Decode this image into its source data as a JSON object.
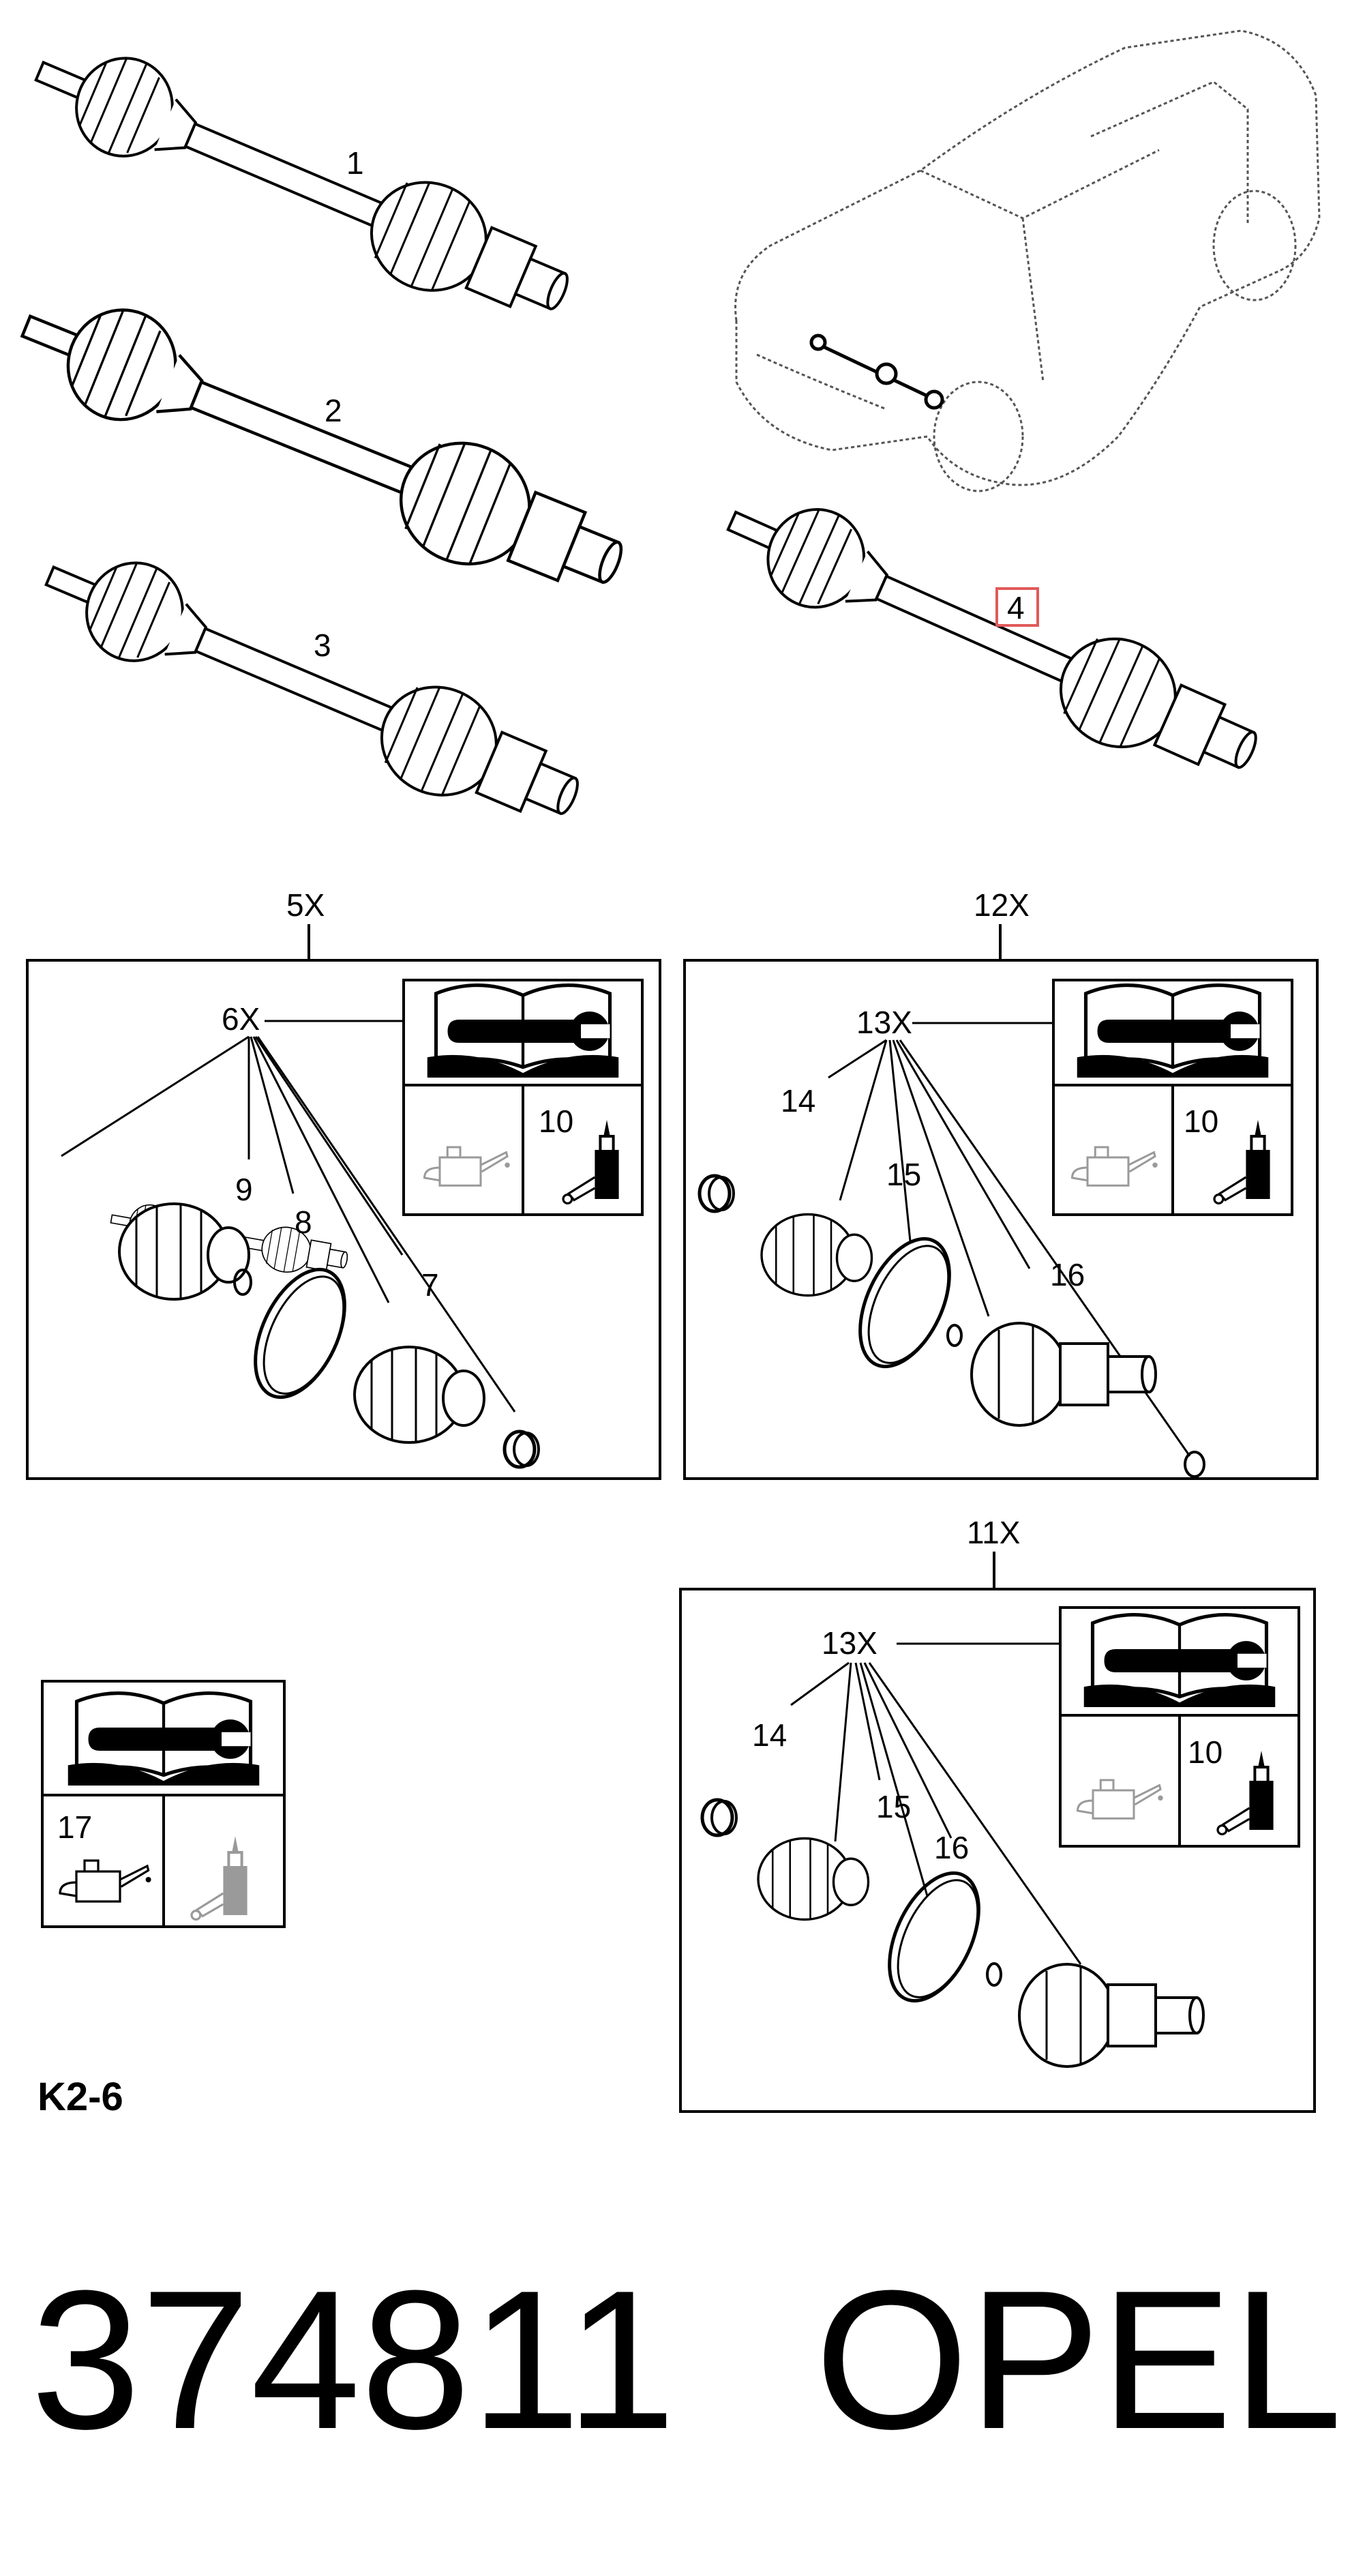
{
  "callouts": {
    "c1": "1",
    "c2": "2",
    "c3": "3",
    "c4": "4",
    "c5x": "5X",
    "c6x": "6X",
    "c7": "7",
    "c8": "8",
    "c9": "9",
    "c10a": "10",
    "c10b": "10",
    "c10c": "10",
    "c11x": "11X",
    "c12x": "12X",
    "c13xa": "13X",
    "c13xb": "13X",
    "c14a": "14",
    "c14b": "14",
    "c15a": "15",
    "c15b": "15",
    "c16a": "16",
    "c16b": "16",
    "c17": "17"
  },
  "reference_code": "K2-6",
  "part_number": "374811",
  "brand": "OPEL",
  "colors": {
    "highlight_box": "#e05a5a",
    "line": "#000000",
    "faded": "#9a9a9a"
  },
  "icons": [
    "manual-wrench-icon",
    "oil-can-icon",
    "grease-bottle-icon",
    "car-outline-icon"
  ]
}
